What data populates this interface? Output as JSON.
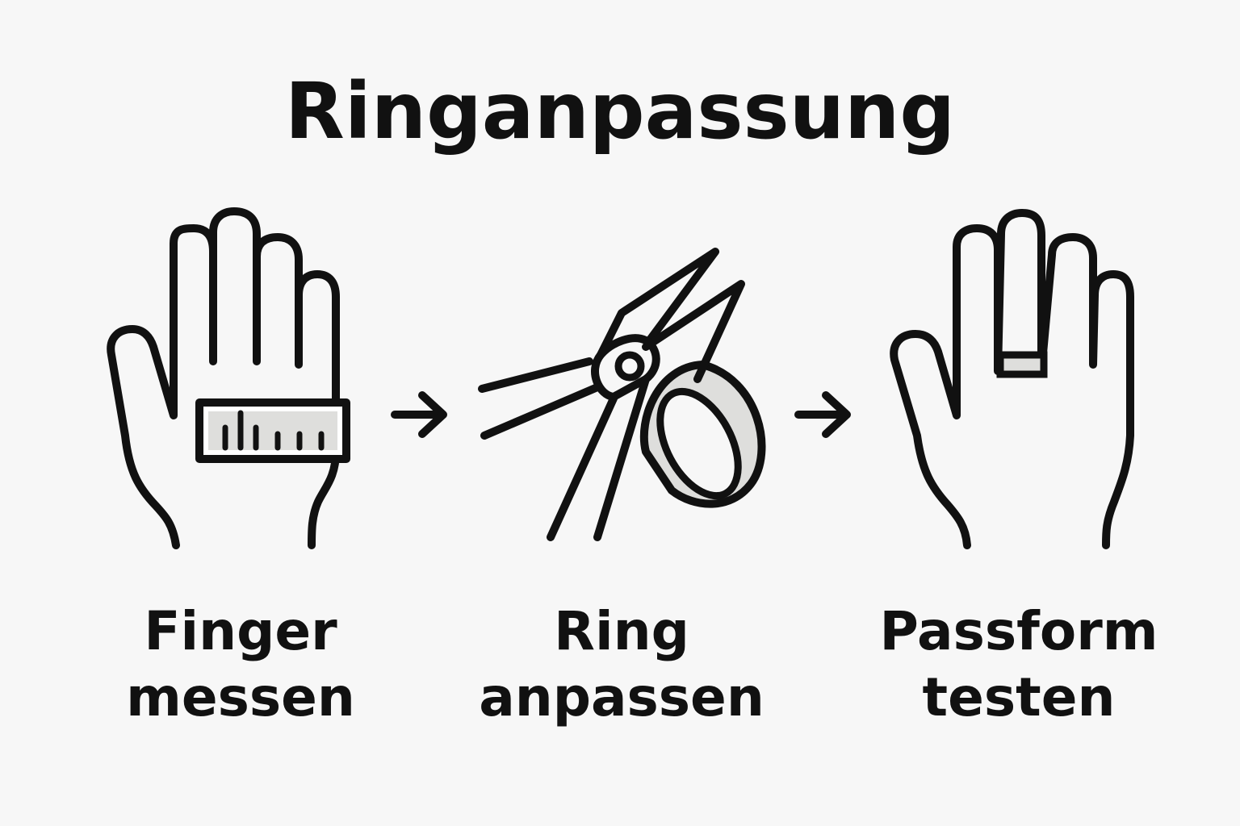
{
  "title": "Ringanpassung",
  "colors": {
    "background": "#f7f7f7",
    "ink": "#111111",
    "accent_fill": "#dededc"
  },
  "steps": [
    {
      "icon": "hand-with-ruler-icon",
      "line1": "Finger",
      "line2": "messen"
    },
    {
      "icon": "pliers-with-ring-icon",
      "line1": "Ring",
      "line2": "anpassen"
    },
    {
      "icon": "hand-with-ring-icon",
      "line1": "Passform",
      "line2": "testen"
    }
  ],
  "connectors": [
    "arrow-right-icon",
    "arrow-right-icon"
  ]
}
